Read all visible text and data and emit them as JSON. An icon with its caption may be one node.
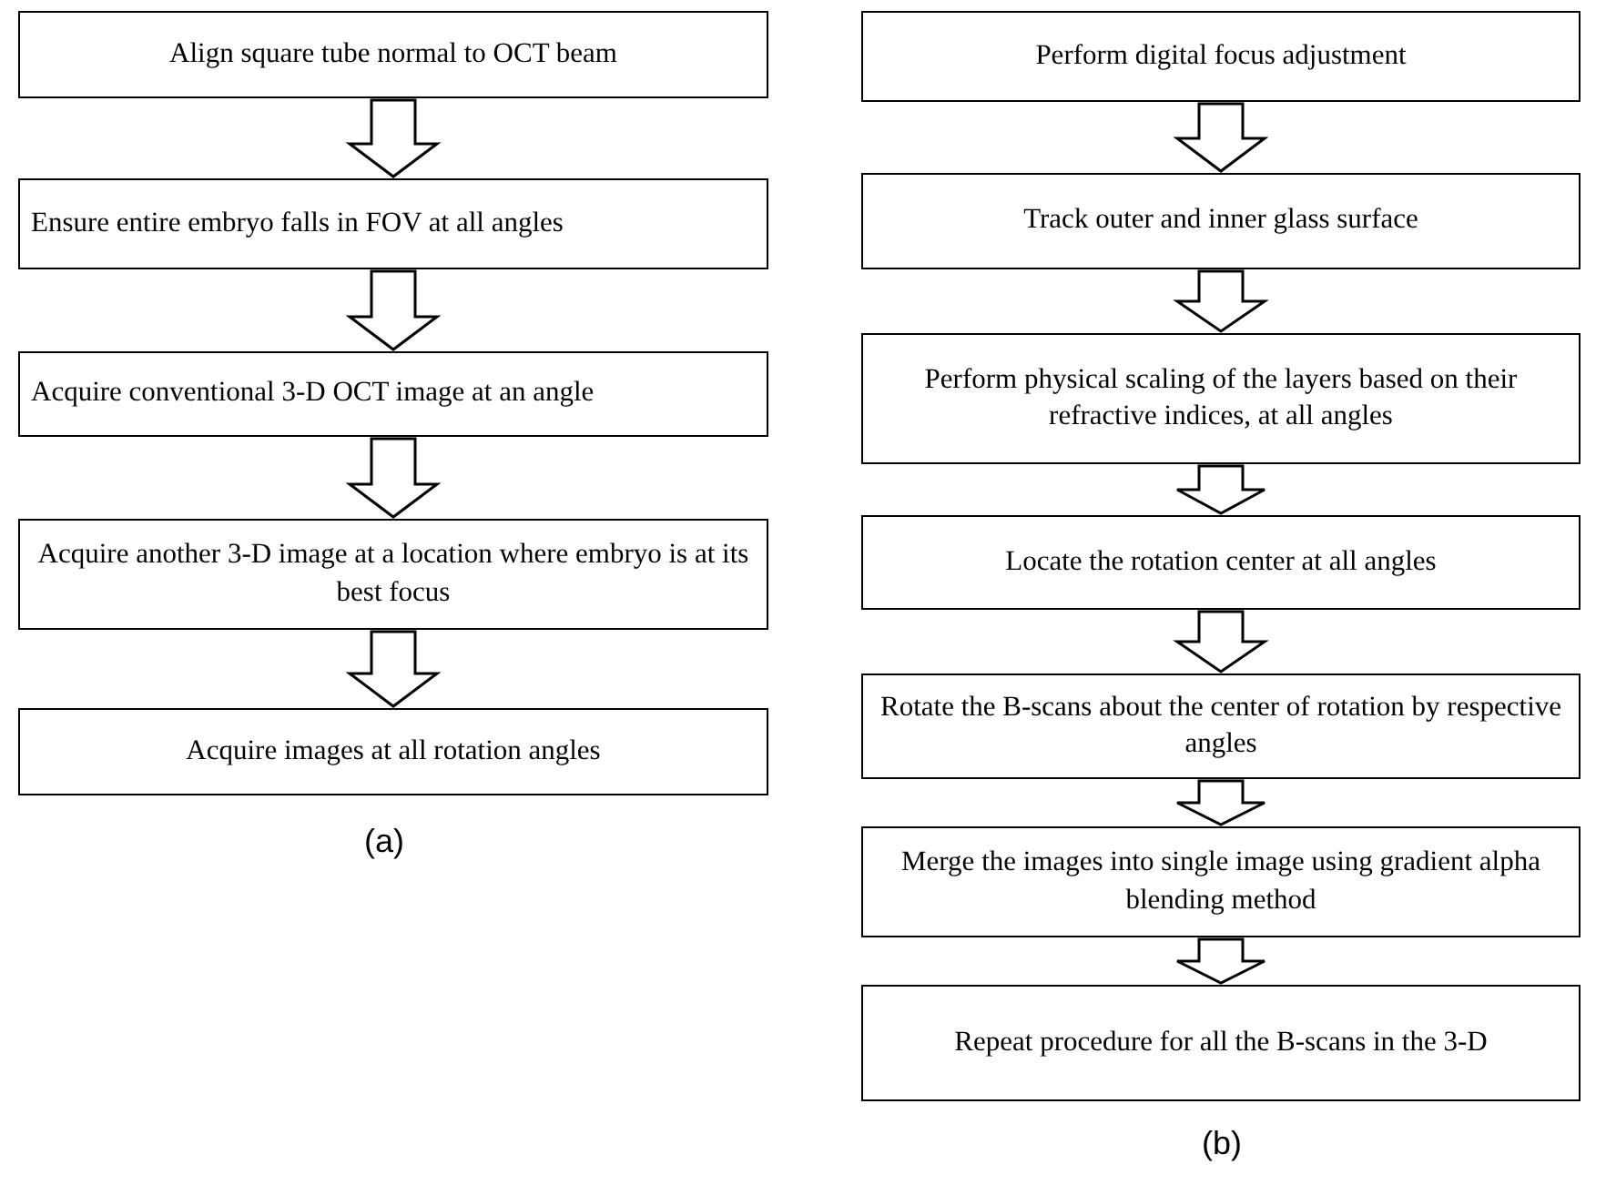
{
  "diagram": {
    "nodes": [
      {
        "text": [
          "Align square tube normal to OCT beam"
        ]
      },
      {
        "text": [
          "Ensure entire embryo falls in FOV at all angles"
        ]
      },
      {
        "text": [
          "Acquire conventional 3-D OCT image at an angle"
        ]
      },
      {
        "text": [
          "Acquire another 3-D image at a location where embryo is at its best focus"
        ]
      },
      {
        "text": [
          "Acquire images at all rotation angles"
        ]
      },
      {
        "text": [
          "Perform digital focus adjustment"
        ]
      },
      {
        "text": [
          "Track outer and inner glass surface"
        ]
      },
      {
        "text": [
          "Perform physical scaling of the layers based on their refractive indices, at all angles"
        ]
      },
      {
        "text": [
          "Locate the rotation center at all angles"
        ]
      },
      {
        "text": [
          "Rotate the B-scans about the center of rotation by respective angles"
        ]
      },
      {
        "text": [
          "Merge the images into single image using gradient alpha blending method"
        ]
      },
      {
        "text": [
          "Repeat procedure for all the B-scans in the 3-D"
        ]
      }
    ],
    "edges": [
      {
        "from": 0,
        "to": 1,
        "arrow": "to"
      },
      {
        "from": 1,
        "to": 2,
        "arrow": "to"
      },
      {
        "from": 2,
        "to": 3,
        "arrow": "to"
      },
      {
        "from": 3,
        "to": 4,
        "arrow": "to"
      },
      {
        "from": 5,
        "to": 6,
        "arrow": "to"
      },
      {
        "from": 6,
        "to": 7,
        "arrow": "to"
      },
      {
        "from": 7,
        "to": 8,
        "arrow": "to"
      },
      {
        "from": 8,
        "to": 9,
        "arrow": "to"
      },
      {
        "from": 9,
        "to": 10,
        "arrow": "to"
      },
      {
        "from": 10,
        "to": 11,
        "arrow": "to"
      }
    ],
    "labels": [
      "(a)",
      "(b)"
    ]
  }
}
